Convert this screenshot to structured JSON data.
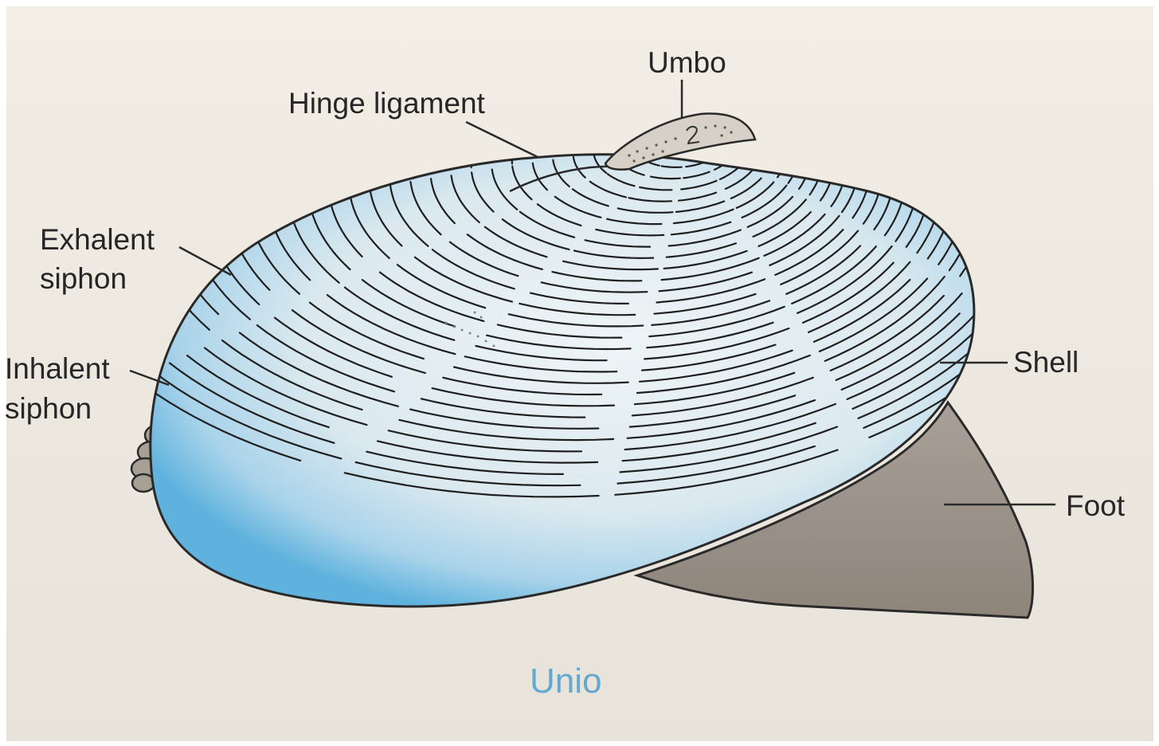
{
  "diagram": {
    "caption": "Unio",
    "labels": {
      "umbo": "Umbo",
      "hinge_ligament": "Hinge ligament",
      "exhalent_line1": "Exhalent",
      "exhalent_line2": "siphon",
      "inhalent_line1": "Inhalent",
      "inhalent_line2": "siphon",
      "shell": "Shell",
      "foot": "Foot"
    },
    "colors": {
      "shell_light": "#dbe9ef",
      "shell_edge": "#5fb2dd",
      "foot": "#9c948b",
      "umbo": "#d6d0c6",
      "line_ink": "#262626",
      "caption": "#63a8cf",
      "page": "#eeeae2"
    }
  }
}
